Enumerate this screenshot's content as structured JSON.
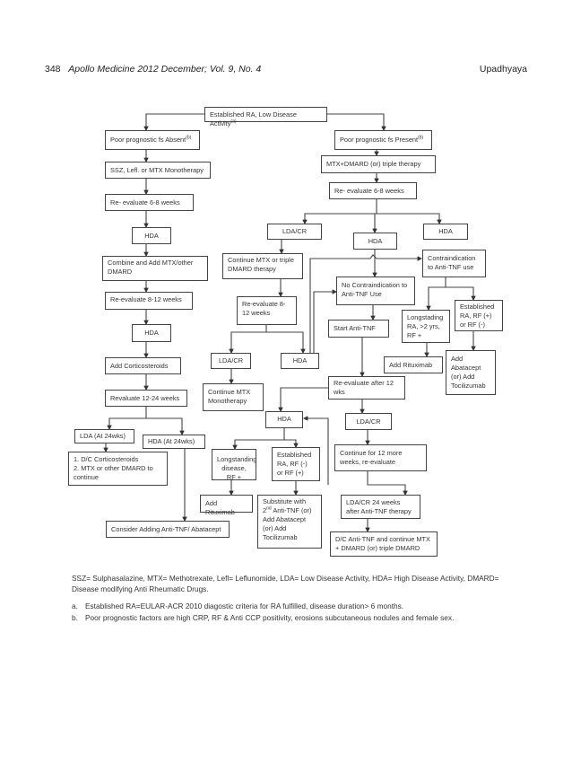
{
  "header": {
    "page_number": "348",
    "journal": "Apollo Medicine 2012 December; Vol. 9, No. 4",
    "author": "Upadhyaya"
  },
  "flowchart": {
    "root": {
      "text": "Established RA, Low Disease Activity",
      "sup": "(a)"
    },
    "absent": {
      "text": "Poor prognostic fs Absent",
      "sup": "(b)"
    },
    "present": {
      "text": "Poor prognostic fs Present",
      "sup": "(b)"
    },
    "ssz": "SSZ, Lefl. or MTX Monotherapy",
    "mtx_dmard": "MTX+DMARD (or) triple therapy",
    "reeval_right": "Re- evaluate 6-8 weeks",
    "reeval_left": "Re- evaluate 6-8 weeks",
    "hda_l1": "HDA",
    "lda_cr_1": "LDA/CR",
    "hda_m1": "HDA",
    "hda_r1": "HDA",
    "combine": "Combine and Add MTX/other DMARD",
    "continue_mtx_triple": "Continue MTX or triple DMARD therapy",
    "contraindication": "Contraindication to Anti-TNF use",
    "no_contraindication": "No Contraindication to Anti-TNF Use",
    "reeval_8_12_left": "Re-evaluate 8-12 weeks",
    "reeval_8_12_mid": "Re-evaluate 8- 12 weeks",
    "longstading": "Longstading RA, >2 yrs, RF +",
    "established_rf": "Established RA, RF (+) or RF (-)",
    "start_anti_tnf": "Start Anti-TNF",
    "hda_l2": "HDA",
    "lda_cr_2": "LDA/CR",
    "hda_m2": "HDA",
    "add_corticosteroids": "Add Corticosteroids",
    "add_rituximab_r": "Add Rituximab",
    "add_abatacept": "Add Abatacept (or) Add Tocilizumab",
    "reeval_12wks": "Re-evaluate after 12 wks",
    "continue_mtx_mono": "Continue MTX Monotherapy",
    "revaluate_12_24": "Revaluate 12-24 weeks",
    "hda_b": "HDA",
    "lda_cr_b": "LDA/CR",
    "lda_24": "LDA (At 24wks)",
    "hda_24": "HDA (At 24wks)",
    "established_rf2": "Established RA, RF (-) or RF (+)",
    "continue_12_more": "Continue for 12 more weeks, re-evaluate",
    "longstanding_disease": "Longstanding disease, RF +",
    "dc_cortico": "1. D/C Corticosteroids\n2. MTX or other DMARD to continue",
    "add_rituximab_m": "Add Rituximab",
    "substitute": {
      "pre": "Substitute with\n2",
      "sup": "nd",
      "post": " Anti-TNF (or) Add Abatacept (or)  Add Tocilizumab"
    },
    "lda_cr_24": "LDA/CR 24 weeks after Anti-TNF therapy",
    "consider": "Consider Adding Anti-TNF/ Abatacept",
    "dc_anti_tnf": "D/C Anti-TNF and continue MTX + DMARD (or) triple DMARD"
  },
  "footnotes": {
    "abbrev": "SSZ= Sulphasalazine, MTX= Methotrexate, Lefl= Leflunomide, LDA= Low Disease Activity, HDA= High Disease Activity, DMARD= Disease modifying Anti Rheumatic Drugs.",
    "items": [
      {
        "label": "a.",
        "text": "Established RA=EULAR-ACR 2010 diagostic criteria for RA fulfilled, disease duration> 6 months."
      },
      {
        "label": "b.",
        "text": "Poor prognostic factors are high CRP, RF & Anti CCP positivity, erosions subcutaneous nodules and female sex."
      }
    ]
  }
}
